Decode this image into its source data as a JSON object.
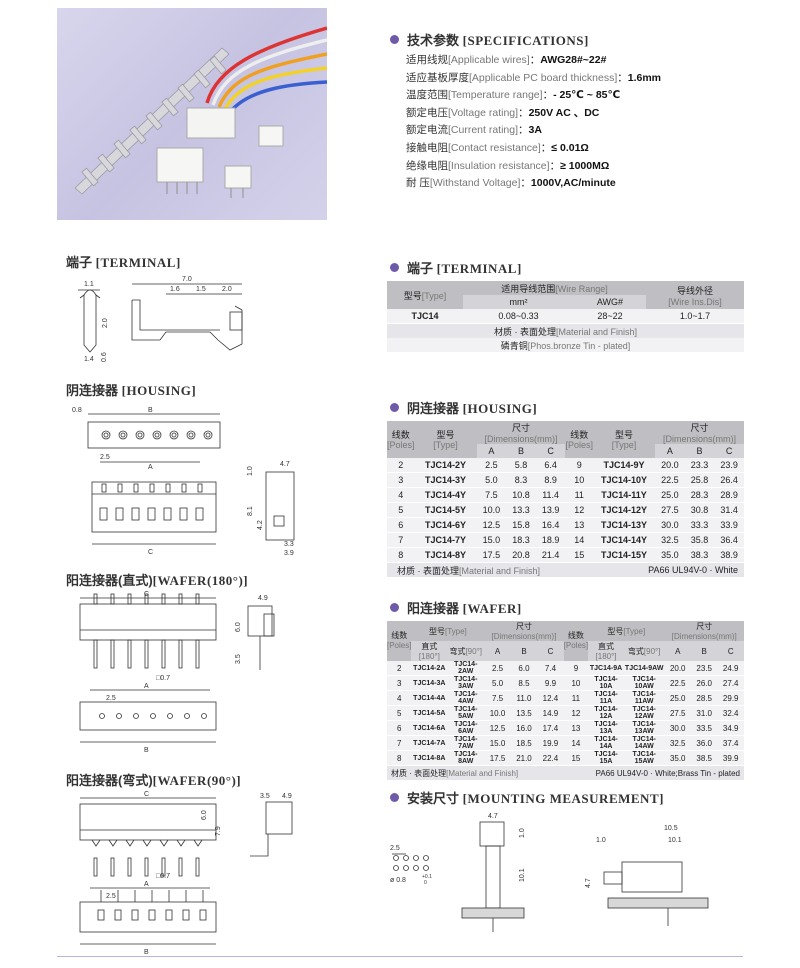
{
  "specs": {
    "title_cn": "技术参数",
    "title_en": "[SPECIFICATIONS]",
    "rows": [
      {
        "cn": "适用线规",
        "en": "[Applicable wires]",
        "sep": "：",
        "value": "AWG28#~22#"
      },
      {
        "cn": "适应基板厚度",
        "en": "[Applicable PC board thickness]",
        "sep": "：",
        "value": "1.6mm"
      },
      {
        "cn": "温度范围",
        "en": "[Temperature range]",
        "sep": "：",
        "value": "- 25℃ ~ 85℃"
      },
      {
        "cn": "额定电压",
        "en": "[Voltage rating]",
        "sep": "：",
        "value": "250V  AC  、DC"
      },
      {
        "cn": "额定电流",
        "en": "[Current rating]",
        "sep": "：",
        "value": "3A"
      },
      {
        "cn": "接触电阻",
        "en": "[Contact resistance]",
        "sep": "：",
        "value": "≤ 0.01Ω"
      },
      {
        "cn": "绝缘电阻",
        "en": "[Insulation resistance]",
        "sep": "：",
        "value": "≥ 1000MΩ"
      },
      {
        "cn": "耐        压",
        "en": "[Withstand Voltage]",
        "sep": "：",
        "value": "1000V,AC/minute"
      }
    ]
  },
  "left_labels": {
    "terminal": {
      "cn": "端子",
      "en": "[TERMINAL]"
    },
    "housing": {
      "cn": "阴连接器",
      "en": "[HOUSING]"
    },
    "wafer180": {
      "cn": "阳连接器(直式)",
      "en": "[WAFER(180°)]"
    },
    "wafer90": {
      "cn": "阳连接器(弯式)",
      "en": "[WAFER(90°)]"
    }
  },
  "terminal": {
    "title_cn": "端子",
    "title_en": "[TERMINAL]",
    "h_type": "型号",
    "h_type_en": "[Type]",
    "h_range": "适用导线范围",
    "h_range_en": "[Wire Range]",
    "h_dia": "导线外径",
    "h_dia_en": "[Wire Ins.Dis]",
    "h_mm2": "mm²",
    "h_awg": "AWG#",
    "row": {
      "type": "TJC14",
      "mm2": "0.08~0.33",
      "awg": "28~22",
      "dia": "1.0~1.7"
    },
    "material_cn": "材质 · 表面处理",
    "material_en": "[Material and Finish]",
    "material_val": "磷青铜",
    "material_val_en": "[Phos.bronze Tin - plated]"
  },
  "housing": {
    "title_cn": "阴连接器",
    "title_en": "[HOUSING]",
    "h_poles": "线数",
    "h_poles_en": "[Poles]",
    "h_type": "型号",
    "h_type_en": "[Type]",
    "h_dim": "尺寸",
    "h_dim_en": "[Dimensions(mm)]",
    "a": "A",
    "b": "B",
    "c": "C",
    "left": [
      [
        "2",
        "TJC14-2Y",
        "2.5",
        "5.8",
        "6.4"
      ],
      [
        "3",
        "TJC14-3Y",
        "5.0",
        "8.3",
        "8.9"
      ],
      [
        "4",
        "TJC14-4Y",
        "7.5",
        "10.8",
        "11.4"
      ],
      [
        "5",
        "TJC14-5Y",
        "10.0",
        "13.3",
        "13.9"
      ],
      [
        "6",
        "TJC14-6Y",
        "12.5",
        "15.8",
        "16.4"
      ],
      [
        "7",
        "TJC14-7Y",
        "15.0",
        "18.3",
        "18.9"
      ],
      [
        "8",
        "TJC14-8Y",
        "17.5",
        "20.8",
        "21.4"
      ]
    ],
    "right": [
      [
        "9",
        "TJC14-9Y",
        "20.0",
        "23.3",
        "23.9"
      ],
      [
        "10",
        "TJC14-10Y",
        "22.5",
        "25.8",
        "26.4"
      ],
      [
        "11",
        "TJC14-11Y",
        "25.0",
        "28.3",
        "28.9"
      ],
      [
        "12",
        "TJC14-12Y",
        "27.5",
        "30.8",
        "31.4"
      ],
      [
        "13",
        "TJC14-13Y",
        "30.0",
        "33.3",
        "33.9"
      ],
      [
        "14",
        "TJC14-14Y",
        "32.5",
        "35.8",
        "36.4"
      ],
      [
        "15",
        "TJC14-15Y",
        "35.0",
        "38.3",
        "38.9"
      ]
    ],
    "material_cn": "材质 · 表面处理",
    "material_en": "[Material and Finish]",
    "material_val": "PA66 UL94V-0 · White"
  },
  "wafer": {
    "title_cn": "阳连接器",
    "title_en": "[WAFER]",
    "h_poles": "线数",
    "h_poles_en": "[Poles]",
    "h_type": "型号",
    "h_type_en": "[Type]",
    "h_dim": "尺寸",
    "h_dim_en": "[Dimensions(mm)]",
    "h_straight": "直式",
    "h_straight_en": "[180°]",
    "h_bent": "弯式",
    "h_bent_en": "[90°]",
    "a": "A",
    "b": "B",
    "c": "C",
    "left": [
      [
        "2",
        "TJC14-2A",
        "TJC14-2AW",
        "2.5",
        "6.0",
        "7.4"
      ],
      [
        "3",
        "TJC14-3A",
        "TJC14-3AW",
        "5.0",
        "8.5",
        "9.9"
      ],
      [
        "4",
        "TJC14-4A",
        "TJC14-4AW",
        "7.5",
        "11.0",
        "12.4"
      ],
      [
        "5",
        "TJC14-5A",
        "TJC14-5AW",
        "10.0",
        "13.5",
        "14.9"
      ],
      [
        "6",
        "TJC14-6A",
        "TJC14-6AW",
        "12.5",
        "16.0",
        "17.4"
      ],
      [
        "7",
        "TJC14-7A",
        "TJC14-7AW",
        "15.0",
        "18.5",
        "19.9"
      ],
      [
        "8",
        "TJC14-8A",
        "TJC14-8AW",
        "17.5",
        "21.0",
        "22.4"
      ]
    ],
    "right": [
      [
        "9",
        "TJC14-9A",
        "TJC14-9AW",
        "20.0",
        "23.5",
        "24.9"
      ],
      [
        "10",
        "TJC14-10A",
        "TJC14-10AW",
        "22.5",
        "26.0",
        "27.4"
      ],
      [
        "11",
        "TJC14-11A",
        "TJC14-11AW",
        "25.0",
        "28.5",
        "29.9"
      ],
      [
        "12",
        "TJC14-12A",
        "TJC14-12AW",
        "27.5",
        "31.0",
        "32.4"
      ],
      [
        "13",
        "TJC14-13A",
        "TJC14-13AW",
        "30.0",
        "33.5",
        "34.9"
      ],
      [
        "14",
        "TJC14-14A",
        "TJC14-14AW",
        "32.5",
        "36.0",
        "37.4"
      ],
      [
        "15",
        "TJC14-15A",
        "TJC14-15AW",
        "35.0",
        "38.5",
        "39.9"
      ]
    ],
    "material_cn": "材质 · 表面处理",
    "material_en": "[Material and Finish]",
    "material_val": "PA66 UL94V-0 · White;Brass Tin - plated"
  },
  "mounting": {
    "title_cn": "安装尺寸",
    "title_en": "[MOUNTING MEASUREMENT]"
  },
  "dims": {
    "t_7_0": "7.0",
    "t_1_6": "1.6",
    "t_1_5": "1.5",
    "t_2_0": "2.0",
    "t_1_1": "1.1",
    "t_2_0v": "2.0",
    "t_1_4": "1.4",
    "t_0_6": "0.6",
    "h_0_8": "0.8",
    "h_b": "B",
    "h_a": "A",
    "h_2_5": "2.5",
    "h_1_0": "1.0",
    "h_4_7": "4.7",
    "h_8_1": "8.1",
    "h_4_2": "4.2",
    "h_3_3": "3.3",
    "h_3_9": "3.9",
    "h_c": "C",
    "w_c": "C",
    "w_4_9": "4.9",
    "w_6_0": "6.0",
    "w_3_5": "3.5",
    "w_07": "□0.7",
    "w_a": "A",
    "w_2_5": "2.5",
    "w_b": "B",
    "b_c": "C",
    "b_3_5": "3.5",
    "b_4_9": "4.9",
    "b_6_0": "6.0",
    "b_7_9": "7.9",
    "b_07": "□0.7",
    "b_a": "A",
    "b_2_5": "2.5",
    "b_b": "B",
    "m_2_5": "2.5",
    "m_08": "ø 0.8",
    "m_tol1": "+0.1",
    "m_tol2": "0",
    "m_4_7": "4.7",
    "m_1_0": "1.0",
    "m_10_1": "10.1",
    "m_10_5": "10.5",
    "m_1_0b": "1.0",
    "m_10_1b": "10.1",
    "m_4_7b": "4.7"
  }
}
